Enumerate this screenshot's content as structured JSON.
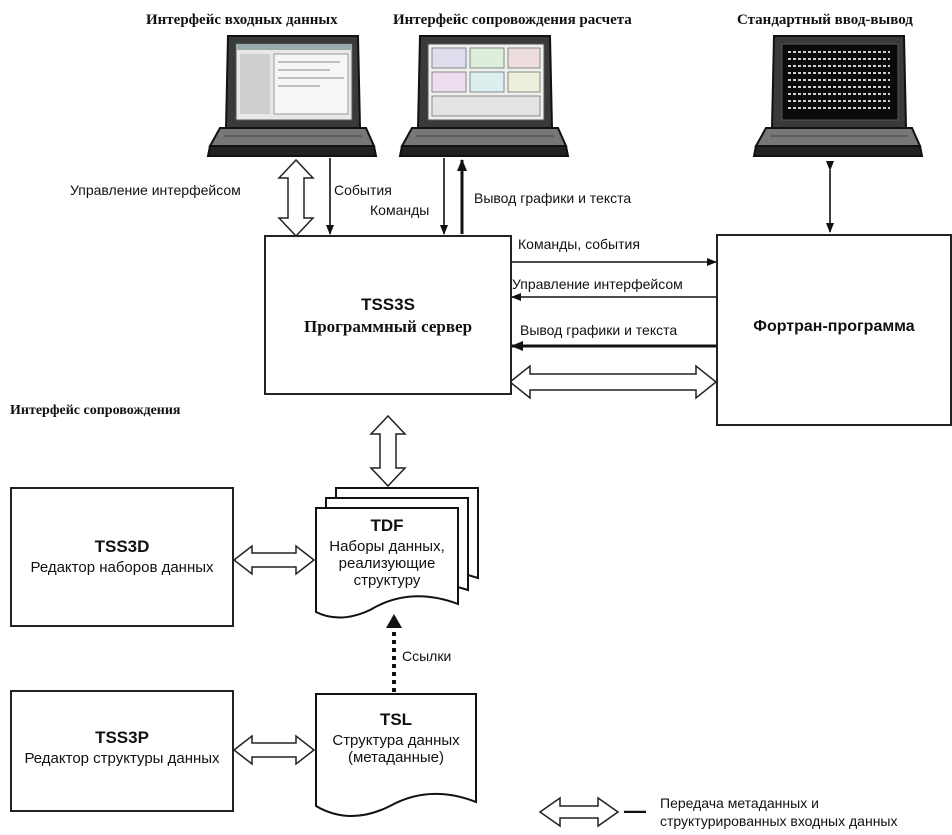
{
  "top_labels": {
    "input_interface": "Интерфейс входных данных",
    "calc_interface": "Интерфейс сопровождения   расчета",
    "std_io": "Стандартный ввод-вывод"
  },
  "left_label": "Интерфейс сопровождения",
  "arrow_labels": {
    "interface_control_left": "Управление интерфейсом",
    "events": "События",
    "commands": "Команды",
    "graphics_output_top": "Вывод графики и текста",
    "commands_events": "Команды, события",
    "interface_control_right": "Управление интерфейсом",
    "graphics_output_right": "Вывод графики и текста",
    "links": "Ссылки"
  },
  "server": {
    "title": "TSS3S",
    "subtitle": "Программный сервер"
  },
  "fortran": {
    "title": "Фортран-программа"
  },
  "tss3d": {
    "title": "TSS3D",
    "subtitle": "Редактор наборов  данных"
  },
  "tss3p": {
    "title": "TSS3P",
    "subtitle": "Редактор структуры данных"
  },
  "tdf": {
    "title": "TDF",
    "line1": "Наборы данных,",
    "line2": "реализующие",
    "line3": "структуру"
  },
  "tsl": {
    "title": "TSL",
    "line1": "Структура данных",
    "line2": "(метаданные)"
  },
  "legend": {
    "dash": "—",
    "line1": "Передача метаданных и",
    "line2": "структурированных входных данных"
  }
}
